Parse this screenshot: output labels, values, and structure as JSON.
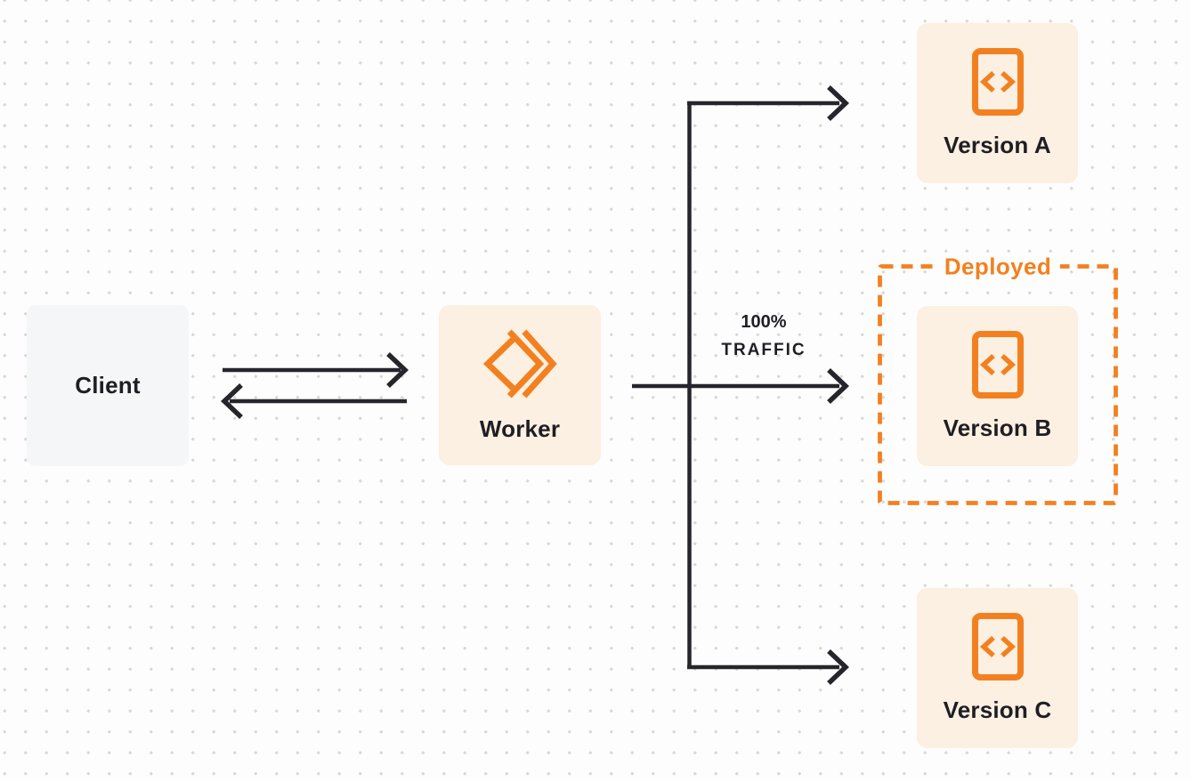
{
  "diagram": {
    "client": {
      "label": "Client"
    },
    "worker": {
      "label": "Worker",
      "icon": "cloudflare-workers-icon"
    },
    "versions": [
      {
        "label": "Version A",
        "icon": "code-file-icon"
      },
      {
        "label": "Version B",
        "icon": "code-file-icon"
      },
      {
        "label": "Version C",
        "icon": "code-file-icon"
      }
    ],
    "deployed_badge": {
      "label": "Deployed"
    },
    "traffic_annotation": {
      "line1": "100%",
      "line2": "TRAFFIC"
    },
    "colors": {
      "orange": "#f38020",
      "node_cream_bg": "#fbf0e1",
      "client_bg": "#f5f6f7",
      "connector_line": "#26252b",
      "text": "#1f1e24",
      "dot_grid": "#d9d9d9",
      "page_bg": "#fdfdfd"
    }
  }
}
